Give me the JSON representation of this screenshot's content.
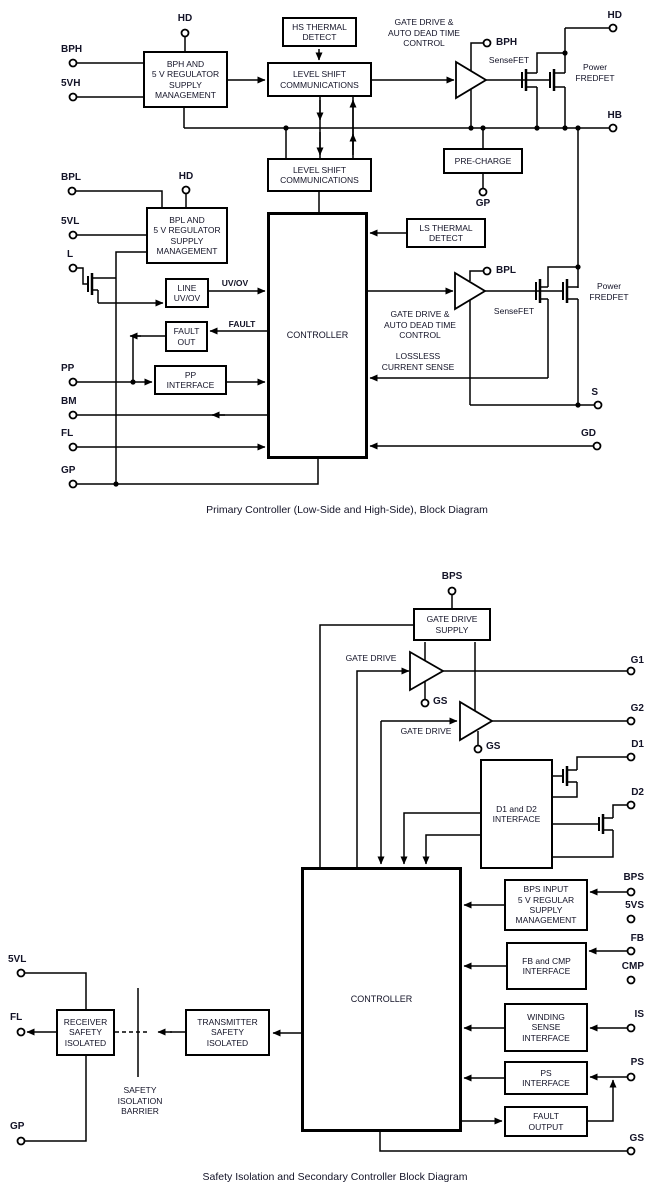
{
  "colors": {
    "ink": "#131327",
    "line": "#000000",
    "background": "#ffffff"
  },
  "d1": {
    "caption": "Primary Controller (Low-Side and High-Side), Block Diagram",
    "boxes": {
      "bph_reg": "BPH AND\n5 V REGULATOR\nSUPPLY\nMANAGEMENT",
      "hs_thermal": "HS THERMAL\nDETECT",
      "ls_comm_top": "LEVEL SHIFT\nCOMMUNICATIONS",
      "ls_comm_bottom": "LEVEL SHIFT\nCOMMUNICATIONS",
      "bpl_reg": "BPL AND\n5 V REGULATOR\nSUPPLY\nMANAGEMENT",
      "controller": "CONTROLLER",
      "ls_thermal": "LS THERMAL\nDETECT",
      "line_uvov": "LINE\nUV/OV",
      "fault_out": "FAULT\nOUT",
      "pp_interface": "PP\nINTERFACE",
      "pre_charge": "PRE-CHARGE"
    },
    "labels": {
      "gate_drive_hs": "GATE DRIVE &\nAUTO DEAD TIME\nCONTROL",
      "gate_drive_ls": "GATE DRIVE &\nAUTO DEAD TIME\nCONTROL",
      "lossless": "LOSSLESS\nCURRENT SENSE",
      "sensefet_hs": "SenseFET",
      "sensefet_ls": "SenseFET",
      "fredfet_hs": "Power\nFREDFET",
      "fredfet_ls": "Power\nFREDFET",
      "uvov": "UV/OV",
      "fault": "FAULT"
    },
    "pins": {
      "bph": "BPH",
      "vh5": "5VH",
      "hd_left": "HD",
      "bpl": "BPL",
      "vl5": "5VL",
      "hd_mid": "HD",
      "l": "L",
      "pp": "PP",
      "bm": "BM",
      "fl": "FL",
      "gp": "GP",
      "bph_r": "BPH",
      "bpl_r": "BPL",
      "gp_pc": "GP",
      "hd_r": "HD",
      "hb": "HB",
      "s": "S",
      "gd": "GD"
    }
  },
  "d2": {
    "caption": "Safety Isolation and Secondary Controller Block Diagram",
    "boxes": {
      "gd_supply": "GATE DRIVE\nSUPPLY",
      "d1d2": "D1 and D2\nINTERFACE",
      "controller": "CONTROLLER",
      "bps_input": "BPS INPUT\n5 V REGULAR\nSUPPLY\nMANAGEMENT",
      "fb_cmp": "FB and CMP\nINTERFACE",
      "winding": "WINDING\nSENSE\nINTERFACE",
      "ps_int": "PS\nINTERFACE",
      "fault_output": "FAULT\nOUTPUT",
      "receiver": "RECEIVER\nSAFETY\nISOLATED",
      "transmitter": "TRANSMITTER\nSAFETY\nISOLATED"
    },
    "labels": {
      "gate_drive_1": "GATE DRIVE",
      "gate_drive_2": "GATE DRIVE",
      "barrier": "SAFETY\nISOLATION\nBARRIER"
    },
    "pins": {
      "bps_top": "BPS",
      "gs_1": "GS",
      "gs_2": "GS",
      "g1": "G1",
      "g2": "G2",
      "d1": "D1",
      "d2": "D2",
      "bps_r": "BPS",
      "vs5": "5VS",
      "fb": "FB",
      "cmp": "CMP",
      "is": "IS",
      "ps": "PS",
      "gs_b": "GS",
      "vl5": "5VL",
      "fl": "FL",
      "gp": "GP"
    }
  }
}
